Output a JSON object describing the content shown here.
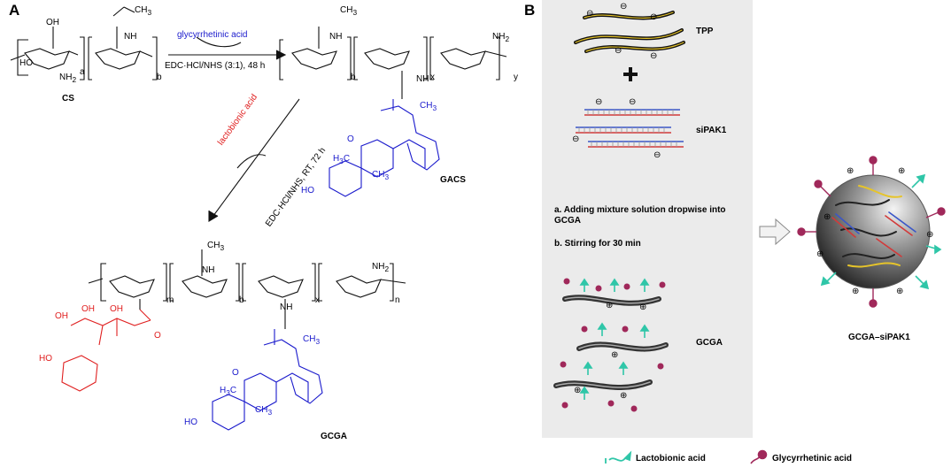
{
  "panels": {
    "a": "A",
    "b": "B"
  },
  "panel_a": {
    "reagent_top": "glycyrrhetinic acid",
    "conditions_top": "EDC·HCl/NHS (3:1), 48 h",
    "reagent_diag": "lactobionic acid",
    "conditions_diag": "EDC·HCl/NHS, RT, 72 h",
    "compound_cs": "CS",
    "compound_gacs": "GACS",
    "compound_gcga": "GCGA",
    "subscripts": {
      "a": "a",
      "b": "b",
      "x": "x",
      "y": "y",
      "m": "m",
      "n": "n"
    },
    "atoms": {
      "oh": "OH",
      "nh2": "NH",
      "two": "2",
      "nh": "NH",
      "ch3": "CH",
      "three": "3",
      "o": "O",
      "h": "H",
      "ho": "HO",
      "h3c": "H",
      "c": "C"
    }
  },
  "panel_b": {
    "tpp": "TPP",
    "plus": "+",
    "sipak1": "siPAK1",
    "step_a": "a. Adding mixture solution dropwise into GCGA",
    "step_b": "b. Stirring for 30 min",
    "gcga": "GCGA",
    "product": "GCGA–siPAK1",
    "minus": "⊖",
    "pluscharge": "⊕"
  },
  "legend": {
    "lactobionic": "Lactobionic acid",
    "glycyrrhetinic": "Glycyrrhetinic acid"
  },
  "colors": {
    "blue_text": "#1a1acc",
    "red_text": "#e02020",
    "panel_bg": "#ebebeb",
    "lactobionic_arrow": "#2fc6a8",
    "glycyrrhetinic_ball": "#a0285a",
    "tpp_stroke": "#e6c42a"
  }
}
